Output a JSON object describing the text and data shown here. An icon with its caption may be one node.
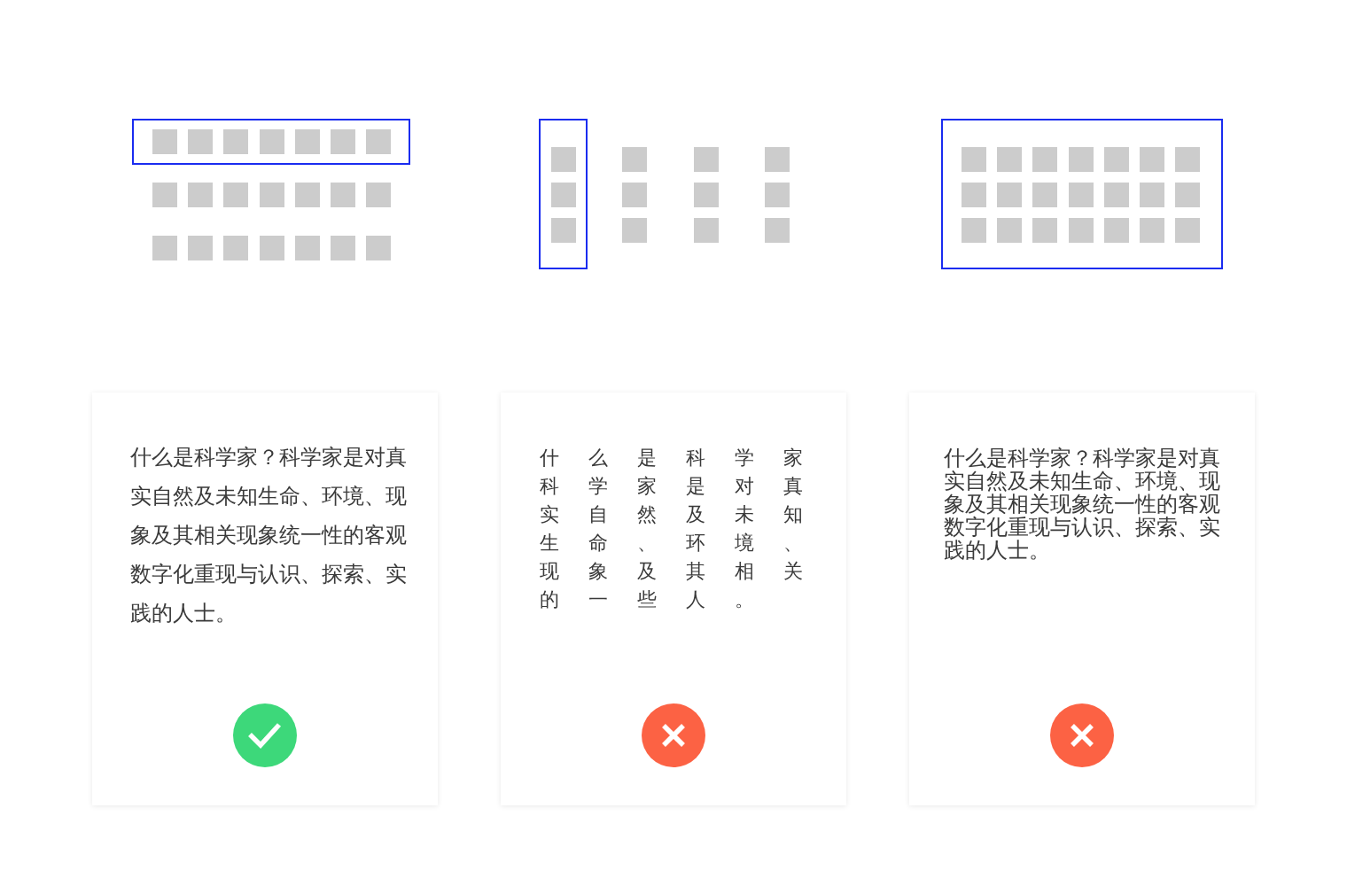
{
  "diagram": {
    "nodes": [
      {
        "text": [
          "什么是科学家？科学家是对真实自然及未知生命、环境、现象及其相关现象统一性的客观数字化重现与认识、探索、实践的人士。"
        ]
      },
      {
        "text": [
          "什么是科学家科学家是对真实自然及未知生命、环境、现象及其相关的一些人。"
        ]
      },
      {
        "text": [
          "什么是科学家？科学家是对真实自然及未知生命、环境、现象及其相关现象统一性的客观数字化重现与认识、探索、实践的人士。"
        ]
      }
    ]
  }
}
